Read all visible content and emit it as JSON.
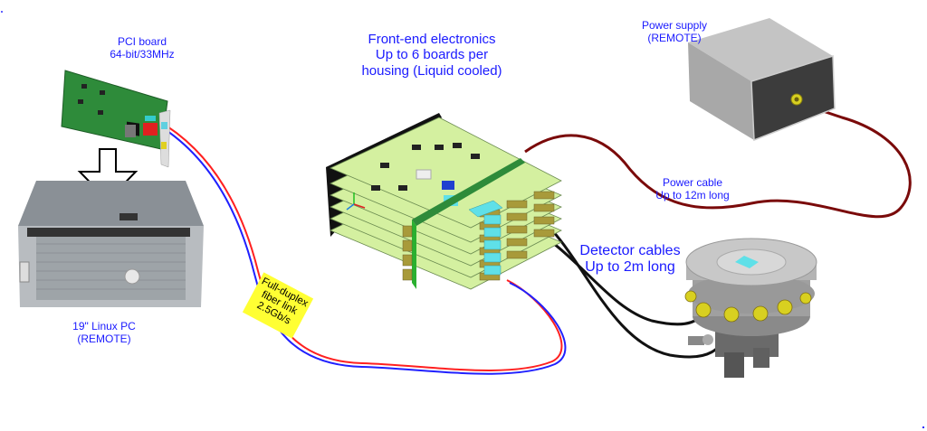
{
  "labels": {
    "pci_board": [
      "PCI board",
      "64-bit/33MHz"
    ],
    "front_end": [
      "Front-end electronics",
      "Up to 6 boards per",
      "housing (Liquid cooled)"
    ],
    "power_supply": [
      "Power supply",
      "(REMOTE)"
    ],
    "power_cable": [
      "Power cable",
      "Up to 12m long"
    ],
    "detector_cables": [
      "Detector cables",
      "Up to 2m long"
    ],
    "linux_pc": [
      "19\" Linux PC",
      "(REMOTE)"
    ],
    "fiber_link": [
      "Full-duplex",
      "fiber link",
      "2.5Gb/s"
    ]
  },
  "colors": {
    "label_text": "#1a1aff",
    "power_cable": "#7a0a0a",
    "detector_cable": "#111111",
    "fiber_red": "#ff2020",
    "fiber_blue": "#2020ff",
    "board_green": "#d4f0a0",
    "pcb_green": "#2e8b3a",
    "connector_gold": "#a89a3a",
    "cyan": "#5fe0e8",
    "tag_yellow": "#ffff33"
  },
  "components": [
    "pci-board",
    "linux-pc",
    "front-end-housing",
    "power-supply",
    "detector"
  ]
}
